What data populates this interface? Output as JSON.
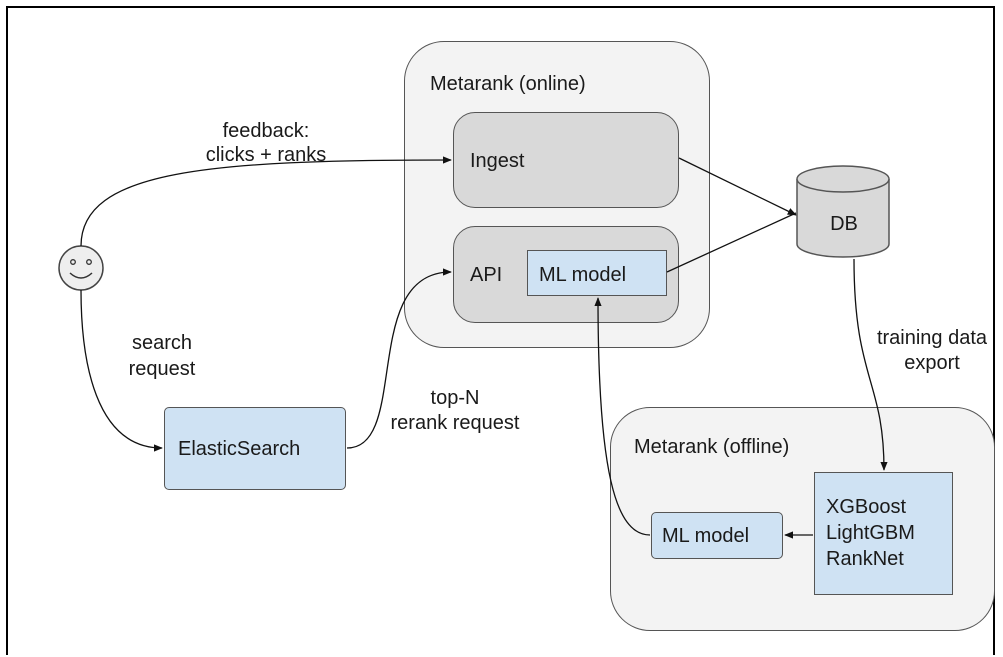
{
  "containers": {
    "online_title": "Metarank (online)",
    "offline_title": "Metarank (offline)"
  },
  "nodes": {
    "ingest": "Ingest",
    "api": "API",
    "ml_model_online": "ML model",
    "db": "DB",
    "elasticsearch": "ElasticSearch",
    "ml_model_offline": "ML model",
    "algorithms": [
      "XGBoost",
      "LightGBM",
      "RankNet"
    ]
  },
  "edges": {
    "feedback": [
      "feedback:",
      "clicks + ranks"
    ],
    "search": [
      "search",
      "request"
    ],
    "rerank": [
      "top-N",
      "rerank request"
    ],
    "training": [
      "training data",
      "export"
    ]
  },
  "colors": {
    "container_fill": "#f3f3f3",
    "gray_fill": "#d9d9d9",
    "blue_fill": "#cfe2f3",
    "stroke": "#555555"
  },
  "icons": {
    "user": "smiley-face-icon",
    "database": "database-cylinder-icon"
  }
}
